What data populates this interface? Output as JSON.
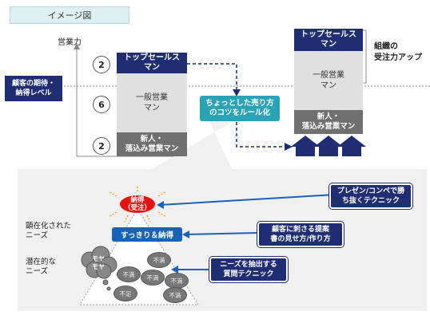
{
  "header": {
    "title": "イメージ図"
  },
  "upper": {
    "axis_label": "営業力",
    "expectation_label": "顧客の期待・\n納得レベル",
    "counts": {
      "top": "2",
      "general": "6",
      "newcomer": "2"
    },
    "left_stack": {
      "top_sales": "トップセールス\nマン",
      "general_sales": "一般営業\nマン",
      "newcomer_sales": "新人・\n落込み営業マン"
    },
    "rule_box": "ちょっとした売り方\nのコツをルール化",
    "right_stack": {
      "top_sales": "トップセールス\nマン",
      "general_sales": "一般営業\nマン",
      "newcomer_sales": "新人・\n落込み営業マン"
    },
    "org_label": "組織の\n受注力アップ"
  },
  "lower": {
    "kenzai_needs": "顕在化された\nニーズ",
    "senzai_needs": "潜在的な\nニーズ",
    "nattoku_top": "納得\n（受注）",
    "sukkiri": "すっきり＆納得",
    "moya": "モヤ\nモヤ",
    "fuman_items": [
      "不満",
      "不満",
      "不満",
      "不満",
      "不満",
      "不足"
    ],
    "boxes": {
      "presen": "プレゼン/コンペで勝\nち抜くテクニック",
      "teian": "顧客に刺さる提案\n書の見せ方/作り方",
      "needs": "ニーズを抽出する\n質問テクニック"
    }
  },
  "colors": {
    "navy": "#1f2e73",
    "teal": "#2aa3b6",
    "red": "#e5140e",
    "blue": "#1a62b8",
    "gray": "#707070"
  }
}
